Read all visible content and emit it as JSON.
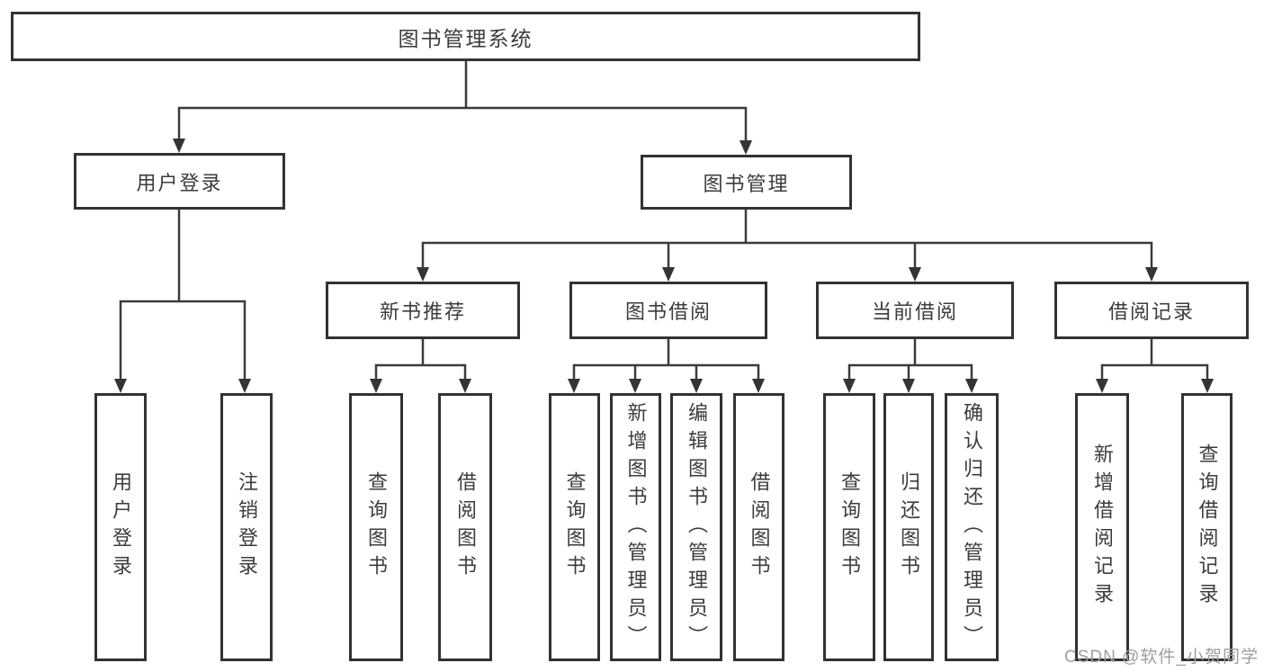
{
  "diagram": {
    "title": "图书管理系统",
    "watermark": "CSDN @软件_小贺同学",
    "colors": {
      "line": "#3b3b3b",
      "box_border": "#323232",
      "text": "#3c3c3c",
      "watermark": "#9e9ea2",
      "background": "#ffffff"
    },
    "branches": [
      {
        "label": "用户登录",
        "children": [
          {
            "label": "用户登录"
          },
          {
            "label": "注销登录"
          }
        ]
      },
      {
        "label": "图书管理",
        "groups": [
          {
            "label": "新书推荐",
            "children": [
              {
                "label": "查询图书"
              },
              {
                "label": "借阅图书"
              }
            ]
          },
          {
            "label": "图书借阅",
            "children": [
              {
                "label": "查询图书"
              },
              {
                "label": "新增图书（管理员）"
              },
              {
                "label": "编辑图书（管理员）"
              },
              {
                "label": "借阅图书"
              }
            ]
          },
          {
            "label": "当前借阅",
            "children": [
              {
                "label": "查询图书"
              },
              {
                "label": "归还图书"
              },
              {
                "label": "确认归还（管理员）"
              }
            ]
          },
          {
            "label": "借阅记录",
            "children": [
              {
                "label": "新增借阅记录"
              },
              {
                "label": "查询借阅记录"
              }
            ]
          }
        ]
      }
    ]
  }
}
